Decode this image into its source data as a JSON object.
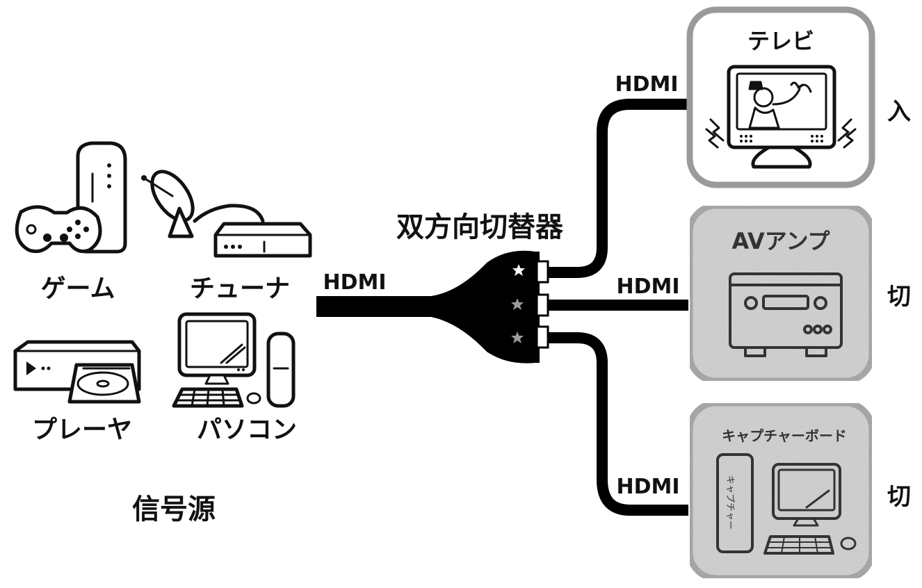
{
  "diagram": {
    "switcher_label": "双方向切替器",
    "source_group_label": "信号源",
    "sources": {
      "game": "ゲーム",
      "tuner": "チューナ",
      "player": "プレーヤ",
      "pc": "パソコン"
    },
    "cable_labels": {
      "input": "HDMI",
      "out_tv": "HDMI",
      "out_amp": "HDMI",
      "out_capture": "HDMI"
    },
    "outputs": [
      {
        "name": "テレビ",
        "state": "入",
        "active": true
      },
      {
        "name": "AVアンプ",
        "state": "切",
        "active": false
      },
      {
        "name": "キャプチャーボード",
        "state": "切",
        "active": false
      }
    ],
    "capture_device_text": "キャプチャー",
    "icons": [
      "game-console-icon",
      "gamepad-icon",
      "satellite-dish-icon",
      "tuner-box-icon",
      "disc-player-icon",
      "pc-icon",
      "tv-icon",
      "av-amp-icon",
      "capture-pc-icon"
    ],
    "colors": {
      "ink": "#111111",
      "active_box_fill": "#ffffff",
      "inactive_box_fill": "#d0d0d0",
      "box_border": "#9a9a9a",
      "port_star_active": "#ffffff",
      "port_star_inactive": "#9a9a9a"
    }
  }
}
